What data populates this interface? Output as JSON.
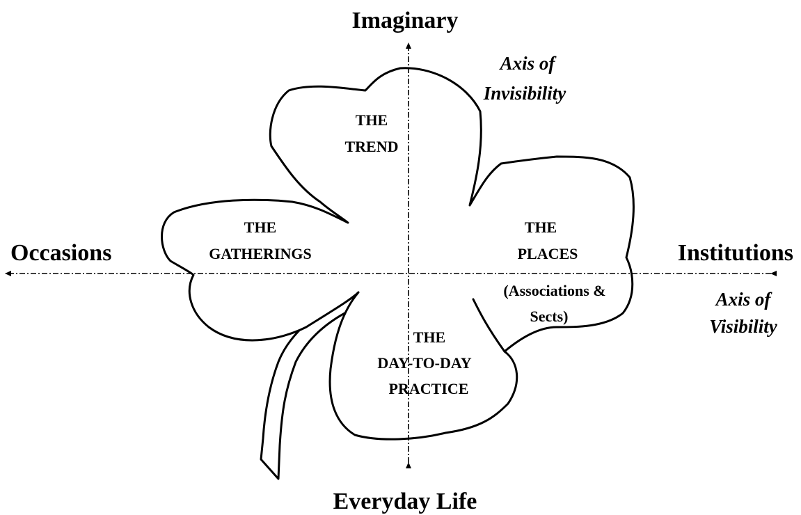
{
  "axes": {
    "top": "Imaginary",
    "bottom": "Everyday Life",
    "left": "Occasions",
    "right": "Institutions",
    "vertical_note_1": "Axis of",
    "vertical_note_2": "Invisibility",
    "horizontal_note_1": "Axis of",
    "horizontal_note_2": "Visibility"
  },
  "regions": {
    "trend": [
      "THE",
      "TREND"
    ],
    "gatherings": [
      "THE",
      "GATHERINGS"
    ],
    "places": [
      "THE",
      "PLACES",
      "(Associations &",
      "Sects)"
    ],
    "practice": [
      "THE",
      "DAY-TO-DAY",
      "PRACTICE"
    ]
  }
}
